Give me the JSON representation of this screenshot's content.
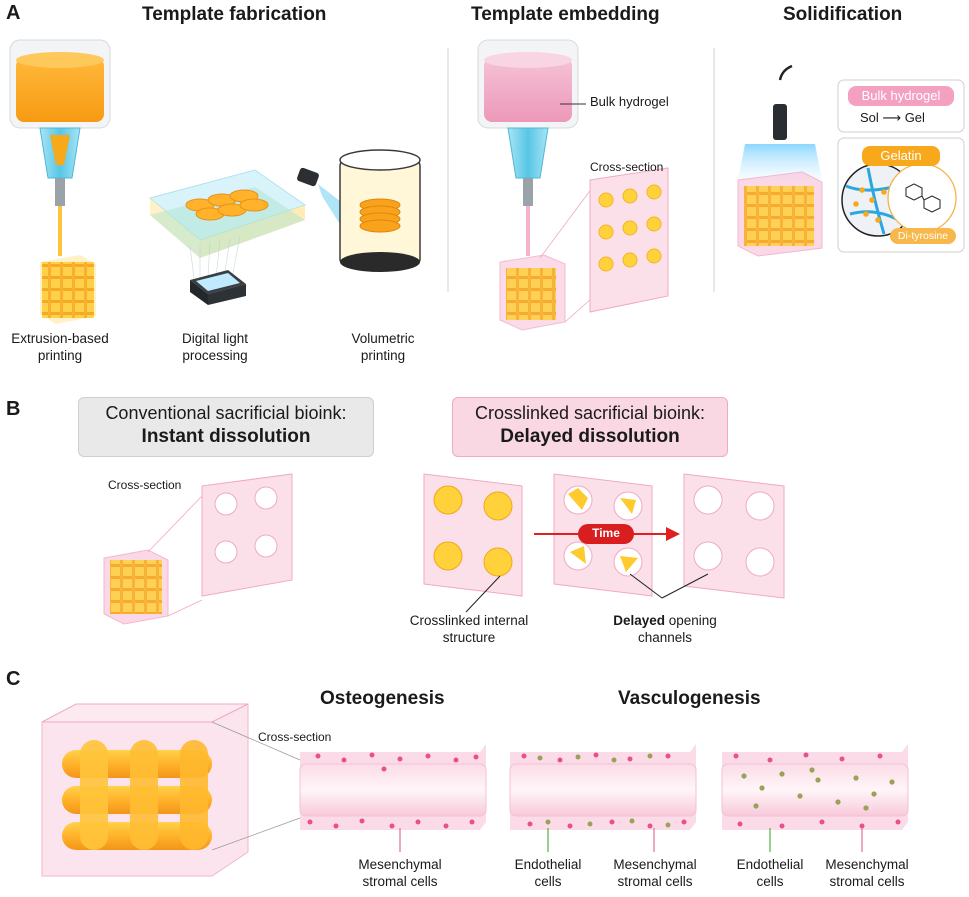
{
  "panels": {
    "a": {
      "letter": "A",
      "titles": [
        "Template fabrication",
        "Template embedding",
        "Solidification"
      ],
      "methods": [
        "Extrusion-based printing",
        "Digital light processing",
        "Volumetric printing"
      ],
      "bulk_hydrogel_label": "Bulk hydrogel",
      "cross_section_label": "Cross-section",
      "legend": {
        "bulk_hydrogel": "Bulk hydrogel",
        "sol": "Sol",
        "gel": "Gel",
        "gelatin": "Gelatin",
        "di_tyrosine": "Di-tyrosine"
      }
    },
    "b": {
      "letter": "B",
      "conventional_line1": "Conventional sacrificial bioink:",
      "conventional_line2": "Instant dissolution",
      "crosslinked_line1": "Crosslinked sacrificial bioink:",
      "crosslinked_line2": "Delayed dissolution",
      "cross_section_label": "Cross-section",
      "time_label": "Time",
      "internal_structure_label": "Crosslinked internal structure",
      "delayed_bold": "Delayed",
      "delayed_rest": " opening",
      "channels": "channels"
    },
    "c": {
      "letter": "C",
      "titles": [
        "Osteogenesis",
        "Vasculogenesis"
      ],
      "cross_section_label": "Cross-section",
      "mesenchymal_line1": "Mesenchymal",
      "mesenchymal_line2": "stromal cells",
      "endothelial_line1": "Endothelial",
      "endothelial_line2": "cells"
    }
  },
  "colors": {
    "orange": "#f7a81b",
    "yellow": "#ffd23c",
    "pink": "#f9c9d9",
    "pink_edge": "#f0a0bd",
    "magenta_cell": "#e8508a",
    "green_cell": "#9aa25a",
    "red_arrow": "#e02020",
    "light_blue": "#6fd3ef"
  }
}
